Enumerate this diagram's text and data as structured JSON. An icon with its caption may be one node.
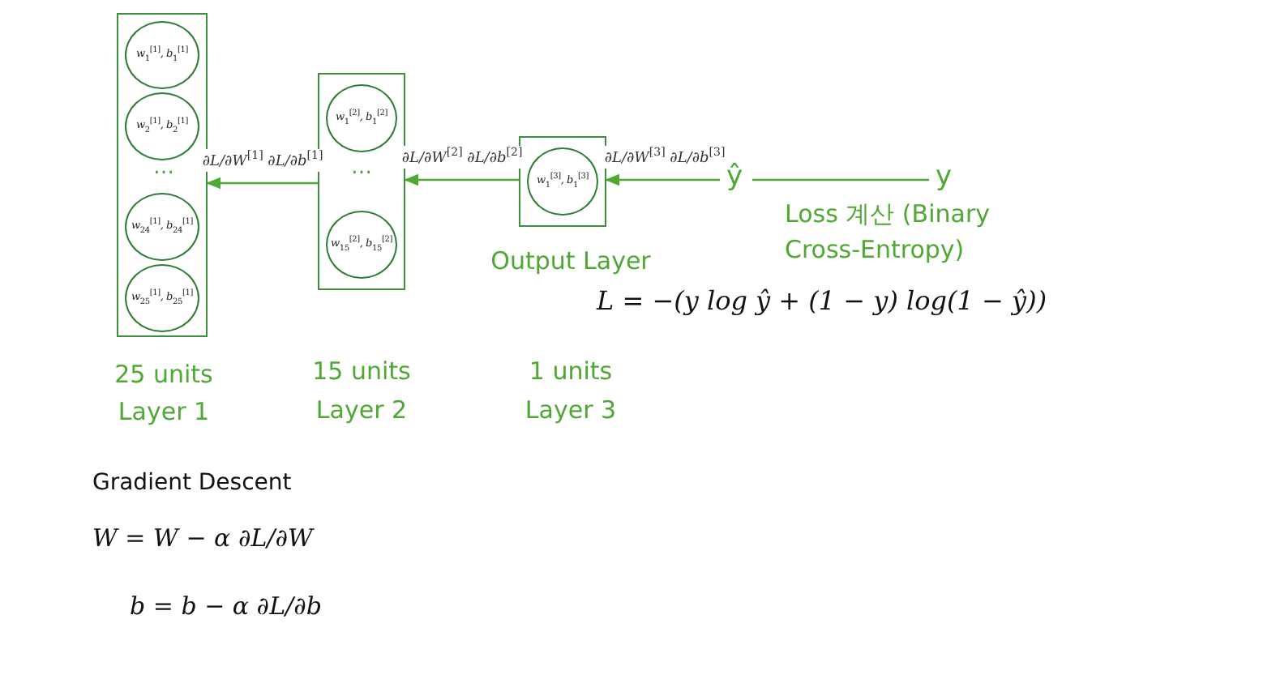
{
  "diagram": {
    "nodes": [
      {
        "text": [],
        "shape": "box",
        "beside": [
          "25 units",
          "Layer 1"
        ]
      },
      {
        "text": [
          "w$_{1}$$^{[1]}$, b$_{1}$$^{[1]}$"
        ],
        "in": 0
      },
      {
        "text": [
          "w$_{2}$$^{[1]}$, b$_{2}$$^{[1]}$"
        ],
        "in": 0
      },
      {
        "text": [
          "w$_{24}$$^{[1]}$, b$_{24}$$^{[1]}$"
        ],
        "in": 0
      },
      {
        "text": [
          "w$_{25}$$^{[1]}$, b$_{25}$$^{[1]}$"
        ],
        "in": 0
      },
      {
        "text": [],
        "shape": "box",
        "beside": [
          "15 units",
          "Layer 2"
        ]
      },
      {
        "text": [
          "w$_{1}$$^{[2]}$, b$_{1}$$^{[2]}$"
        ],
        "in": 5
      },
      {
        "text": [
          "w$_{15}$$^{[2]}$, b$_{15}$$^{[2]}$"
        ],
        "in": 5
      },
      {
        "text": [],
        "shape": "box",
        "beside": [
          "Output Layer",
          "1 units",
          "Layer 3"
        ]
      },
      {
        "text": [
          "w$_{1}$$^{[3]}$, b$_{1}$$^{[3]}$"
        ],
        "in": 8
      },
      {
        "text": [
          "ŷ"
        ]
      },
      {
        "text": [
          "y"
        ]
      }
    ],
    "edges": [
      {
        "from": 10,
        "to": 8,
        "arrow": "to",
        "label": "∂L/∂W$^{[3]}$ ∂L/∂b$^{[3]}$"
      },
      {
        "from": 8,
        "to": 5,
        "arrow": "to",
        "label": "∂L/∂W$^{[2]}$ ∂L/∂b$^{[2]}$"
      },
      {
        "from": 5,
        "to": 0,
        "arrow": "to",
        "label": "∂L/∂W$^{[1]}$ ∂L/∂b$^{[1]}$"
      },
      {
        "from": 10,
        "to": 11,
        "arrow": "none",
        "label": "Loss 계산 (Binary Cross-Entropy)"
      }
    ],
    "labels": [
      "…",
      "…",
      "L = −(y log ŷ + (1 − y) log(1 − ŷ))",
      "Gradient Descent",
      "W = W − α ∂L/∂W",
      "b = b − α ∂L/∂b"
    ]
  }
}
